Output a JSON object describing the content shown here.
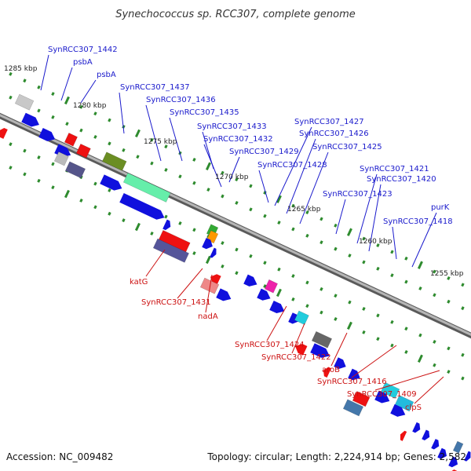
{
  "title": "Synechococcus sp. RCC307, complete genome",
  "footer": {
    "accession": "Accession: NC_009482",
    "topology": "Topology: circular; Length: 2,224,914 bp; Genes: 2,582"
  },
  "colors": {
    "forward_label": "#1a1acc",
    "reverse_label": "#cc1111",
    "backbone": "#8a8a8a",
    "tick": "#2e8b2e"
  },
  "scale_labels": [
    "1285 kbp",
    "1280 kbp",
    "1275 kbp",
    "1270 kbp",
    "1265 kbp",
    "1260 kbp",
    "1255 kbp"
  ],
  "forward_labels": [
    "SynRCC307_1442",
    "psbA",
    "psbA",
    "SynRCC307_1437",
    "SynRCC307_1436",
    "SynRCC307_1435",
    "SynRCC307_1433",
    "SynRCC307_1432",
    "SynRCC307_1429",
    "SynRCC307_1428",
    "SynRCC307_1427",
    "SynRCC307_1426",
    "SynRCC307_1425",
    "SynRCC307_1423",
    "SynRCC307_1421",
    "SynRCC307_1420",
    "purK",
    "SynRCC307_1418"
  ],
  "reverse_labels": [
    "katG",
    "SynRCC307_1431",
    "nadA",
    "SynRCC307_1424",
    "SynRCC307_1422",
    "aroB",
    "SynRCC307_1416",
    "SynRCC307_1409",
    "clpS"
  ]
}
